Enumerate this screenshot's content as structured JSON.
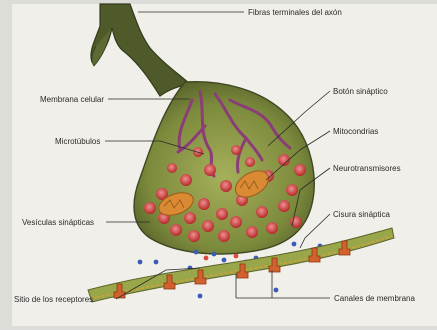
{
  "labels": {
    "axon_terminals": "Fibras terminales del axón",
    "synaptic_button": "Botón sináptico",
    "cell_membrane": "Membrana celular",
    "mitochondria": "Mitocondrias",
    "microtubules": "Microtúbulos",
    "neurotransmitters": "Neurotransmisores",
    "synaptic_cleft": "Cisura sináptica",
    "synaptic_vesicles": "Vesículas sinápticas",
    "receptor_site": "Sitio de los receptores",
    "membrane_channels": "Canales de membrana"
  },
  "colors": {
    "page": "#f1efea",
    "axon": "#4f5a2b",
    "axon_dark": "#343b1b",
    "bulb": "#7c8a3c",
    "bulb_light": "#a6b05b",
    "microtubule": "#8b3d78",
    "vesicle": "#c23232",
    "vesicle_core": "#ef8f8f",
    "mitochondria": "#d98a32",
    "membrane": "#9aa64a",
    "receptor": "#d2622d",
    "neurotransmitter": "#3b5bb8"
  }
}
